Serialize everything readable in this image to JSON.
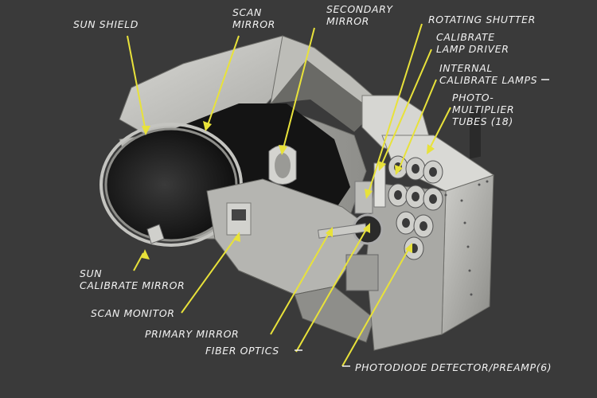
{
  "colors": {
    "background": "#3a3a3a",
    "label_text": "#f2f2f2",
    "leader_line": "#e8e23a",
    "metal_light": "#c9c9c6",
    "metal_mid": "#9c9c98",
    "metal_dark": "#5d5d5a",
    "interior": "#151515"
  },
  "labels": {
    "sun_shield": "SUN SHIELD",
    "scan_mirror": [
      "SCAN",
      "MIRROR"
    ],
    "secondary_mirror": [
      "SECONDARY",
      "MIRROR"
    ],
    "rotating_shutter": "ROTATING SHUTTER",
    "calibrate_lamp_driver": [
      "CALIBRATE",
      "LAMP DRIVER"
    ],
    "internal_calibrate_lamps": [
      "INTERNAL",
      "CALIBRATE LAMPS"
    ],
    "photomultiplier_tubes": [
      "PHOTO-",
      "MULTIPLIER",
      "TUBES (18)"
    ],
    "sun_calibrate_mirror": [
      "SUN",
      "CALIBRATE MIRROR"
    ],
    "scan_monitor": "SCAN MONITOR",
    "primary_mirror": "PRIMARY MIRROR",
    "fiber_optics": "FIBER OPTICS",
    "photodiode_detector": "PHOTODIODE DETECTOR/PREAMP(6)"
  }
}
